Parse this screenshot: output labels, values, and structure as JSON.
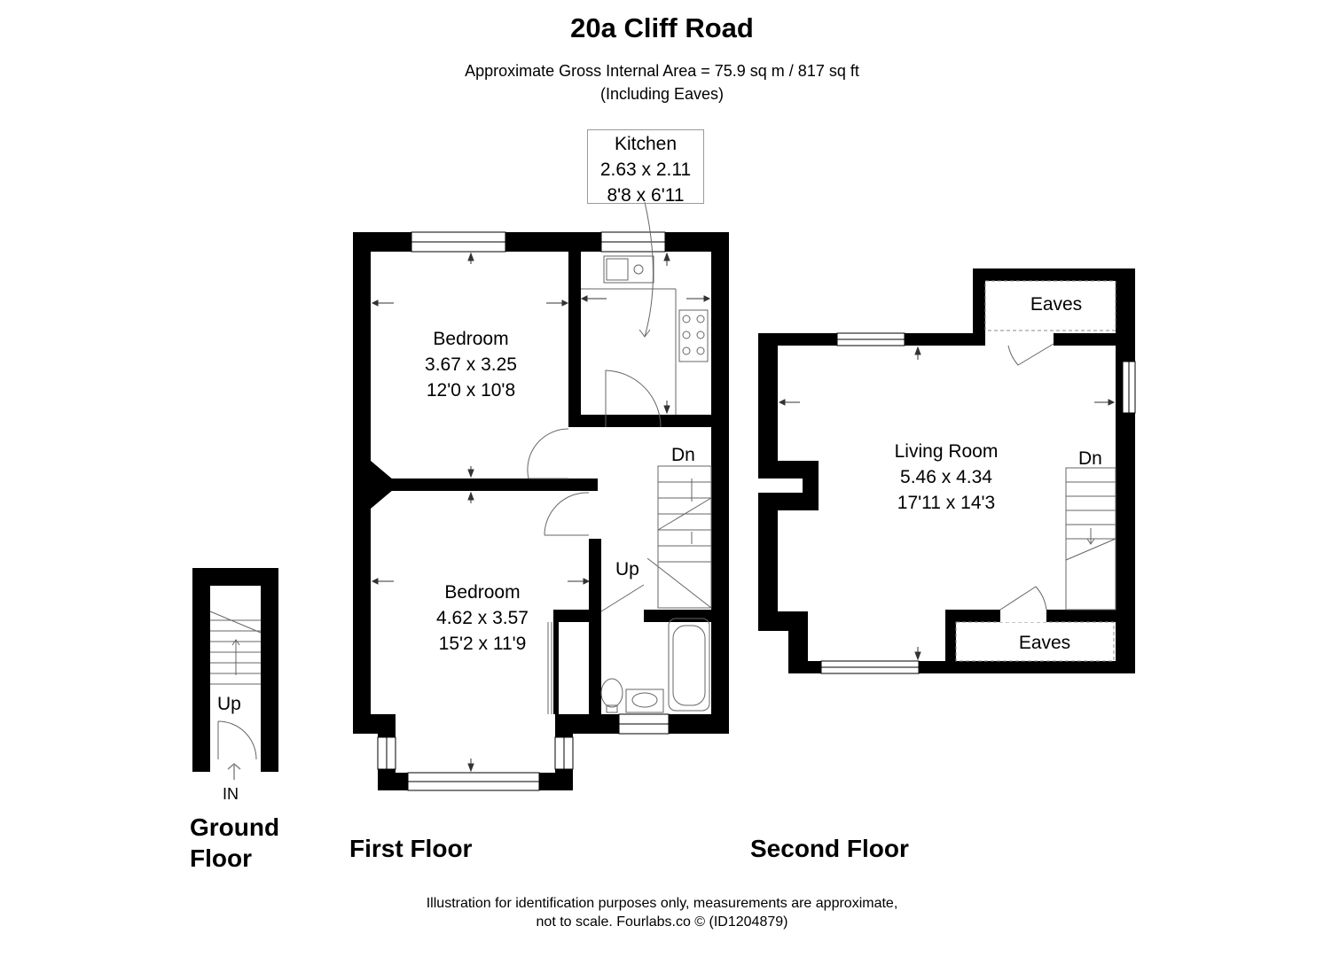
{
  "header": {
    "title": "20a Cliff Road",
    "area_line": "Approximate Gross Internal Area = 75.9 sq m / 817 sq ft",
    "area_note": "(Including Eaves)"
  },
  "floors": {
    "ground": {
      "label_line1": "Ground",
      "label_line2": "Floor",
      "stair_label": "Up",
      "entrance_label": "IN"
    },
    "first": {
      "label": "First Floor",
      "stair_down": "Dn",
      "stair_up": "Up"
    },
    "second": {
      "label": "Second Floor",
      "stair_down": "Dn"
    }
  },
  "rooms": {
    "kitchen": {
      "name": "Kitchen",
      "metric": "2.63 x 2.11",
      "imperial": "8'8 x 6'11"
    },
    "bedroom1": {
      "name": "Bedroom",
      "metric": "3.67 x 3.25",
      "imperial": "12'0 x 10'8"
    },
    "bedroom2": {
      "name": "Bedroom",
      "metric": "4.62 x 3.57",
      "imperial": "15'2 x 11'9"
    },
    "living": {
      "name": "Living Room",
      "metric": "5.46 x 4.34",
      "imperial": "17'11 x 14'3"
    },
    "eaves_top": {
      "name": "Eaves"
    },
    "eaves_bottom": {
      "name": "Eaves"
    }
  },
  "footer": {
    "line1": "Illustration for identification purposes only, measurements are approximate,",
    "line2": "not to scale. Fourlabs.co © (ID1204879)"
  },
  "colors": {
    "wall": "#000000",
    "fixture": "#666666",
    "label_box": "#9a9a9a"
  }
}
